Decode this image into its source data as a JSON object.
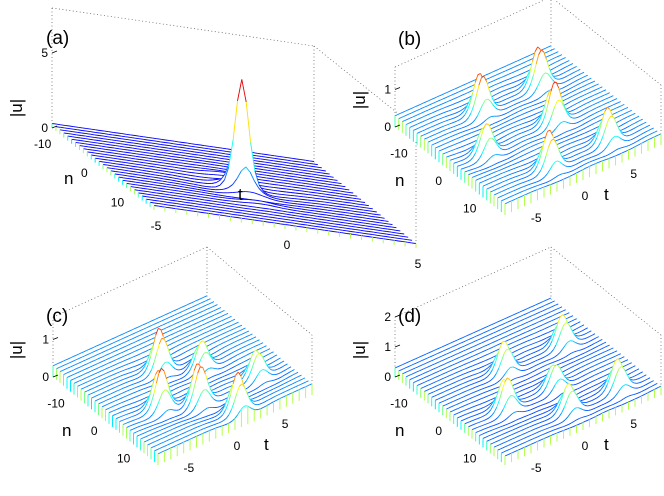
{
  "chart_data": [
    {
      "panel": "(a)",
      "type": "surface",
      "zlabel": "|u|",
      "ylabel": "n",
      "xlabel": "t",
      "n_ticks": [
        "-10",
        "0",
        "10"
      ],
      "t_ticks": [
        "-5",
        "0",
        "5"
      ],
      "z_ticks": [
        "0",
        "5"
      ],
      "n_range": [
        -12,
        16
      ],
      "t_range": [
        -5,
        5
      ],
      "z_range": [
        0,
        8
      ],
      "peaks": [
        {
          "n": 4,
          "t": 0,
          "height": 8
        }
      ],
      "background": 0.3
    },
    {
      "panel": "(b)",
      "type": "surface",
      "zlabel": "|u|",
      "ylabel": "n",
      "xlabel": "t",
      "n_ticks": [
        "-10",
        "0",
        "10"
      ],
      "t_ticks": [
        "-5",
        "0",
        "5"
      ],
      "z_ticks": [
        "0",
        "1"
      ],
      "n_range": [
        -16,
        16
      ],
      "t_range": [
        -8,
        8
      ],
      "z_range": [
        0,
        1.6
      ],
      "peaks": [
        {
          "n": -8,
          "t": -2,
          "height": 1.6
        },
        {
          "n": -8,
          "t": 4,
          "height": 1.6
        },
        {
          "n": 2,
          "t": -5,
          "height": 1.3
        },
        {
          "n": 2,
          "t": 2,
          "height": 1.6
        },
        {
          "n": 12,
          "t": -2,
          "height": 1.5
        },
        {
          "n": 12,
          "t": 4,
          "height": 1.4
        }
      ],
      "background": 0.3
    },
    {
      "panel": "(c)",
      "type": "surface",
      "zlabel": "|u|",
      "ylabel": "n",
      "xlabel": "t",
      "n_ticks": [
        "-10",
        "0",
        "10"
      ],
      "t_ticks": [
        "-5",
        "0",
        "5"
      ],
      "z_ticks": [
        "0",
        "1"
      ],
      "n_range": [
        -16,
        16
      ],
      "t_range": [
        -8,
        8
      ],
      "z_range": [
        0,
        1.6
      ],
      "peaks": [
        {
          "n": -4,
          "t": -1,
          "height": 1.6
        },
        {
          "n": 0,
          "t": 2,
          "height": 1.2
        },
        {
          "n": 5,
          "t": -4,
          "height": 1.6
        },
        {
          "n": 8,
          "t": -1,
          "height": 1.6
        },
        {
          "n": 8,
          "t": 5,
          "height": 1.2
        },
        {
          "n": 14,
          "t": 1,
          "height": 1.5
        }
      ],
      "background": 0.3
    },
    {
      "panel": "(d)",
      "type": "surface",
      "zlabel": "|u|",
      "ylabel": "n",
      "xlabel": "t",
      "n_ticks": [
        "-10",
        "0",
        "10"
      ],
      "t_ticks": [
        "-5",
        "0",
        "5"
      ],
      "z_ticks": [
        "0",
        "1",
        "2"
      ],
      "n_range": [
        -16,
        16
      ],
      "t_range": [
        -8,
        8
      ],
      "z_range": [
        0,
        2
      ],
      "peaks": [
        {
          "n": -4,
          "t": -1,
          "height": 1.5
        },
        {
          "n": -4,
          "t": 5,
          "height": 1.5
        },
        {
          "n": 5,
          "t": -4,
          "height": 1.6
        },
        {
          "n": 5,
          "t": 1,
          "height": 1.3
        },
        {
          "n": 12,
          "t": 0,
          "height": 1.4
        },
        {
          "n": 12,
          "t": 5,
          "height": 1.5
        }
      ],
      "background": 0.3
    }
  ]
}
